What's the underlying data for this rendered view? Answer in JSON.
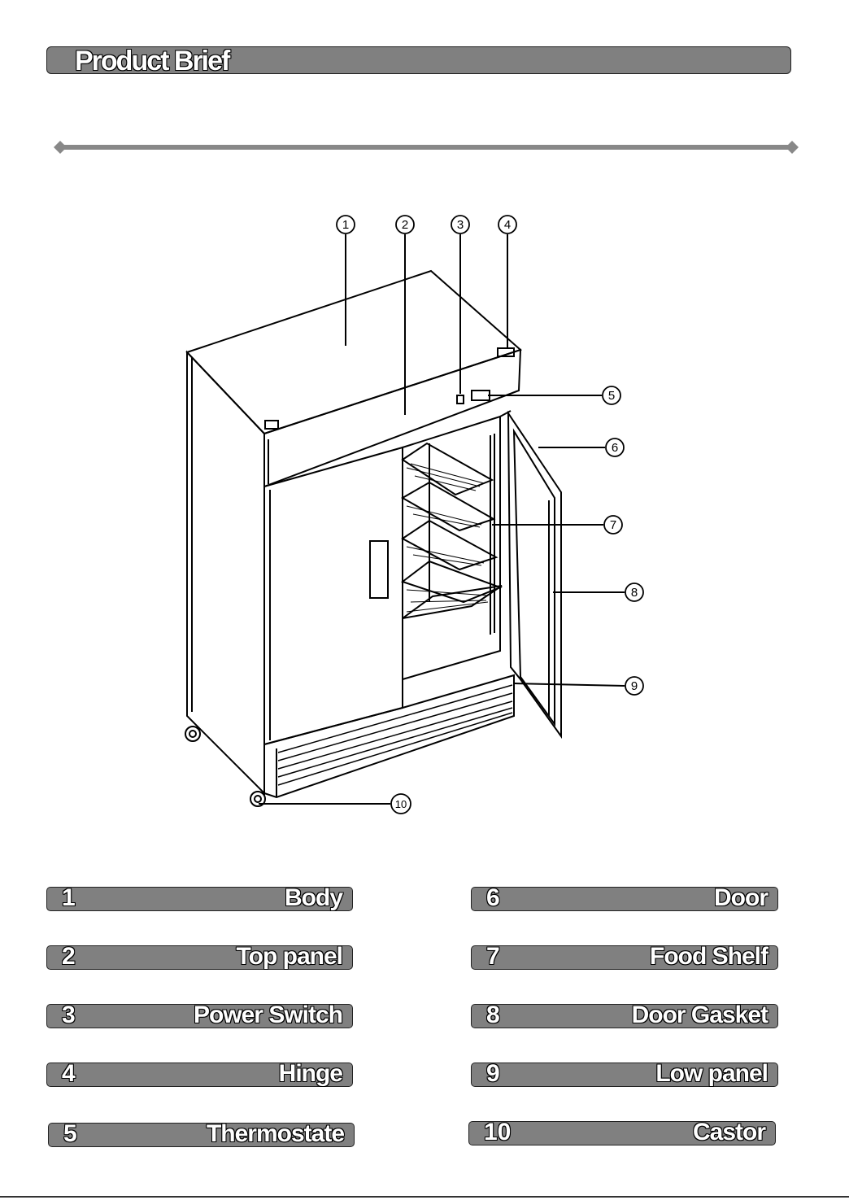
{
  "page": {
    "title": "Product Brief"
  },
  "callouts": [
    "1",
    "2",
    "3",
    "4",
    "5",
    "6",
    "7",
    "8",
    "9",
    "10"
  ],
  "legend": [
    {
      "num": "1",
      "label": "Body"
    },
    {
      "num": "2",
      "label": "Top panel"
    },
    {
      "num": "3",
      "label": "Power Switch"
    },
    {
      "num": "4",
      "label": "Hinge"
    },
    {
      "num": "5",
      "label": "Thermostate"
    },
    {
      "num": "6",
      "label": "Door"
    },
    {
      "num": "7",
      "label": "Food Shelf"
    },
    {
      "num": "8",
      "label": "Door Gasket"
    },
    {
      "num": "9",
      "label": "Low panel"
    },
    {
      "num": "10",
      "label": "Castor"
    }
  ]
}
